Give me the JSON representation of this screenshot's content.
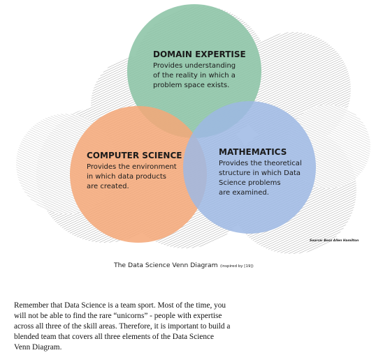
{
  "diagram": {
    "circles": [
      {
        "key": "domain",
        "title": "DOMAIN EXPERTISE",
        "lines": [
          "Provides understanding",
          "of the reality in which a",
          "problem space exists."
        ],
        "color": "#8cc4a6"
      },
      {
        "key": "cs",
        "title": "COMPUTER SCIENCE",
        "lines": [
          "Provides the environment",
          "in which data products",
          "are created."
        ],
        "color": "#f4a878"
      },
      {
        "key": "math",
        "title": "MATHEMATICS",
        "lines": [
          "Provides the theoretical",
          "structure in which Data",
          "Science problems",
          "are examined."
        ],
        "color": "#9db9e4"
      }
    ],
    "source": "Source: Booz Allen Hamilton",
    "caption": "The Data Science Venn Diagram",
    "caption_note": "(inspired by [19])"
  },
  "paragraph": {
    "lines": [
      "Remember that Data Science is a team sport. Most of the time, you",
      "will not be able to find the rare “unicorns” - people with expertise",
      "across all three of the skill areas. Therefore, it is important to build a",
      "blended team that covers all three elements of the Data Science",
      "Venn Diagram."
    ]
  }
}
